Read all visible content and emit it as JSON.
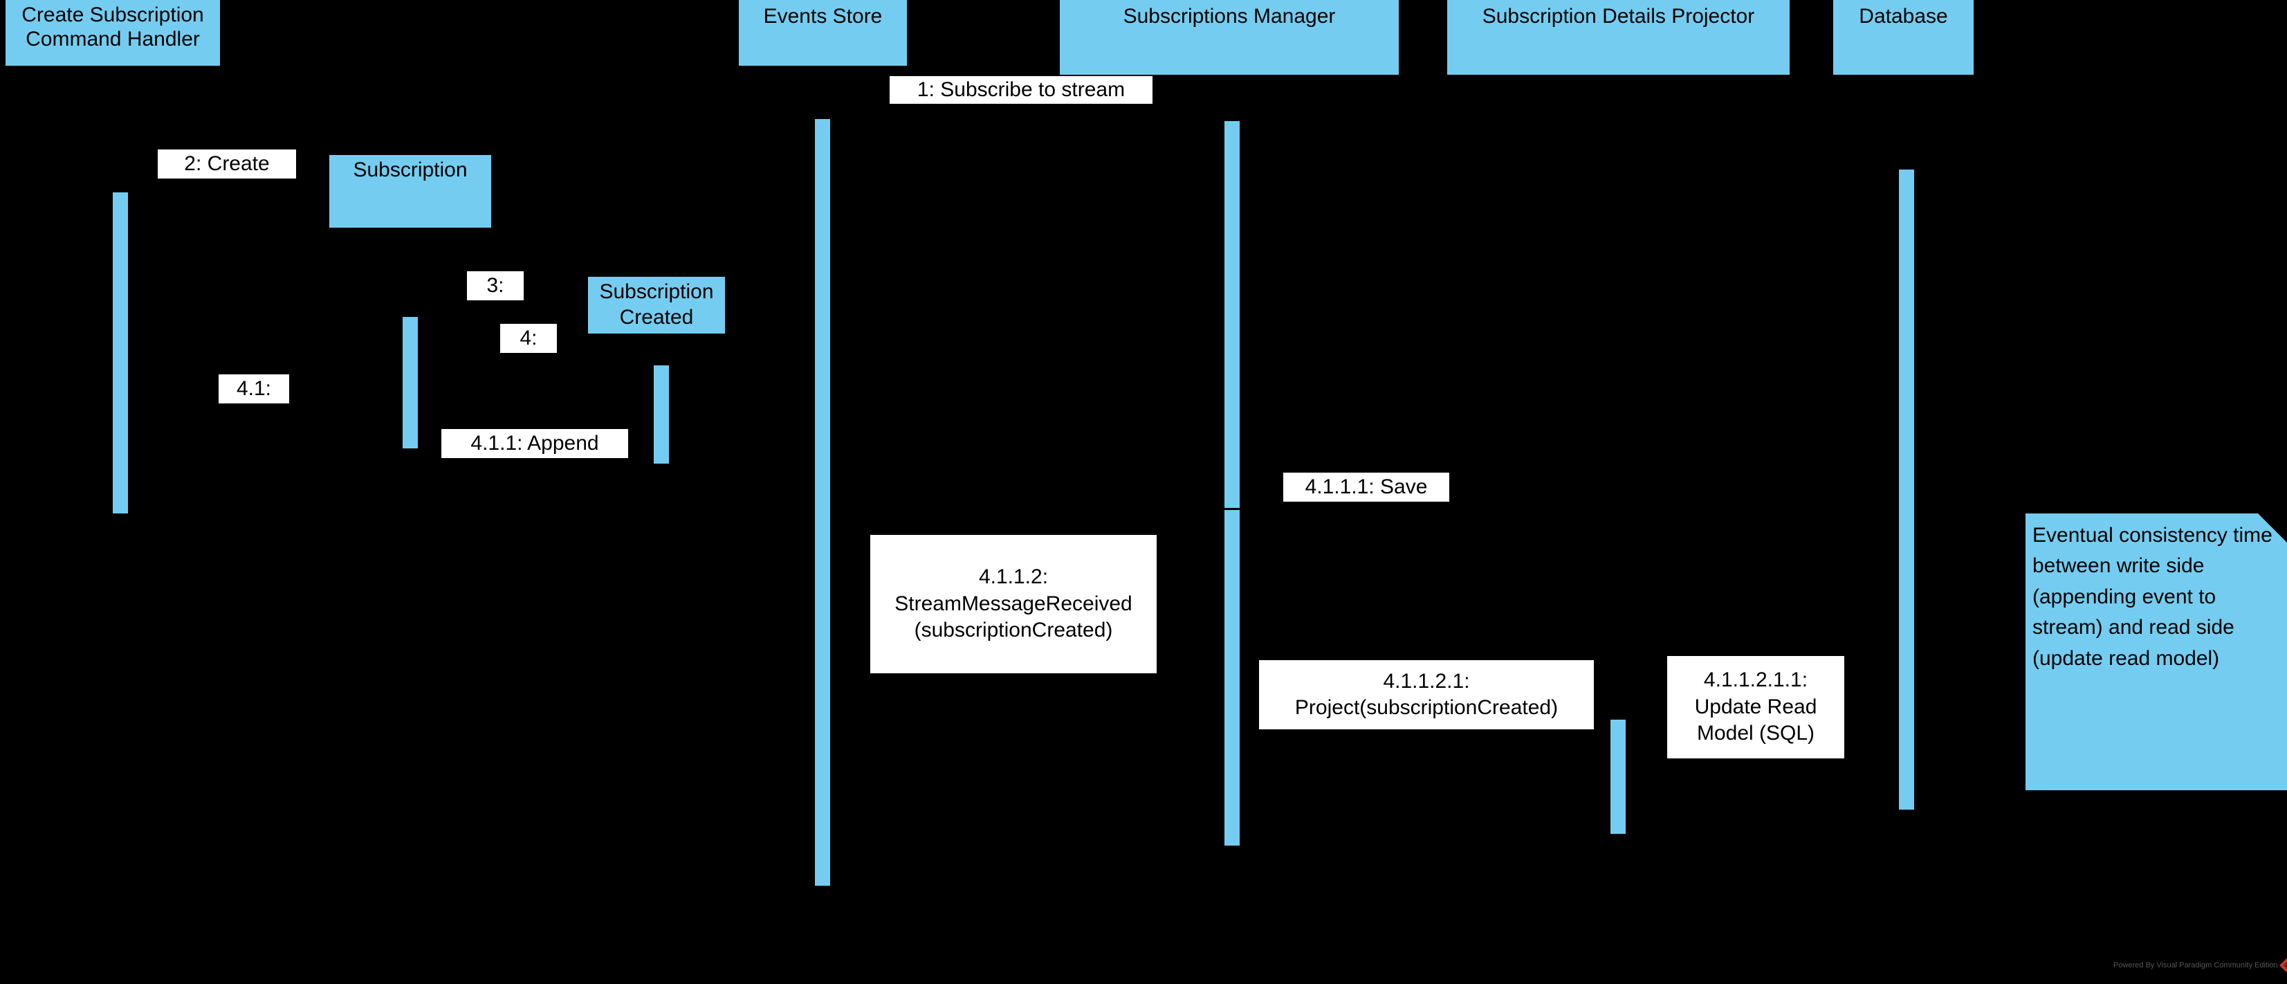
{
  "diagram": {
    "type": "uml-sequence-diagram",
    "background_color": "#000000",
    "accent_color": "#74CDF0",
    "label_background": "#FFFFFF",
    "text_color": "#000000"
  },
  "lifelines": [
    {
      "name": "create-subscription-command-handler",
      "label": "Create Subscription Command Handler"
    },
    {
      "name": "events-store",
      "label": "Events Store"
    },
    {
      "name": "subscriptions-manager",
      "label": "Subscriptions Manager"
    },
    {
      "name": "subscription-details-projector",
      "label": "Subscription Details Projector"
    },
    {
      "name": "database",
      "label": "Database"
    }
  ],
  "objects": [
    {
      "name": "subscription-object",
      "label": "Subscription"
    },
    {
      "name": "subscription-created-object",
      "label": "Subscription Created"
    }
  ],
  "messages": [
    {
      "id": "1",
      "label": "1: Subscribe to stream"
    },
    {
      "id": "2",
      "label": "2: Create"
    },
    {
      "id": "3",
      "label": "3:"
    },
    {
      "id": "4",
      "label": "4:"
    },
    {
      "id": "4.1",
      "label": "4.1:"
    },
    {
      "id": "4.1.1",
      "label": "4.1.1: Append"
    },
    {
      "id": "4.1.1.1",
      "label": "4.1.1.1: Save"
    },
    {
      "id": "4.1.1.2",
      "label": "4.1.1.2:\nStreamMessageReceived\n(subscriptionCreated)"
    },
    {
      "id": "4.1.1.2.1",
      "label": "4.1.1.2.1:\nProject(subscriptionCreated)"
    },
    {
      "id": "4.1.1.2.1.1",
      "label": "4.1.1.2.1.1:\nUpdate Read\nModel (SQL)"
    }
  ],
  "note": {
    "name": "eventual-consistency-note",
    "text": "Eventual consistency time between write side (appending event to stream) and read side (update read model)"
  },
  "watermark": {
    "text": "Powered By Visual Paradigm Community Edition"
  }
}
